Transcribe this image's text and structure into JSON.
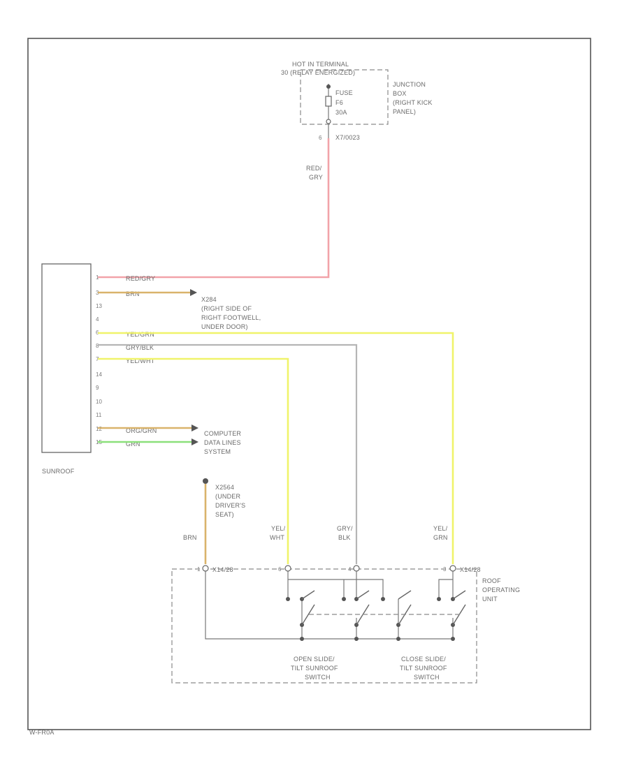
{
  "colors": {
    "red_gry": "#f2a3a9",
    "brn": "#d9b36b",
    "yel_grn": "#f0f36a",
    "gry_blk": "#b5b5b5",
    "yel_wht": "#f0f36a",
    "grn": "#8be07a",
    "outline": "#555555"
  },
  "fuse_block": {
    "header_1": "HOT IN TERMINAL",
    "header_2": "30 (RELAY ENERGIZED)",
    "fuse_l1": "FUSE",
    "fuse_l2": "F6",
    "fuse_l3": "30A",
    "jb_l1": "JUNCTION",
    "jb_l2": "BOX",
    "jb_l3": "(RIGHT KICK",
    "jb_l4": "PANEL)",
    "pin": "6",
    "connector": "X7/0023"
  },
  "red_wire": {
    "l1": "RED/",
    "l2": "GRY"
  },
  "sunroof": {
    "name": "SUNROOF",
    "pins": [
      "1",
      "3",
      "13",
      "4",
      "6",
      "8",
      "7",
      "14",
      "9",
      "10",
      "11",
      "12",
      "15"
    ],
    "wire_labels": {
      "w1": "RED/GRY",
      "w3": "BRN",
      "w6": "YEL/GRN",
      "w8": "GRY/BLK",
      "w7": "YEL/WHT",
      "w12": "ORG/GRN",
      "w15": "GRN"
    }
  },
  "ground_1": {
    "l1": "X284",
    "l2": "(RIGHT SIDE OF",
    "l3": "RIGHT FOOTWELL,",
    "l4": "UNDER DOOR)"
  },
  "computer_data": {
    "l1": "COMPUTER",
    "l2": "DATA LINES",
    "l3": "SYSTEM"
  },
  "ground_2": {
    "l1": "X2564",
    "l2": "(UNDER",
    "l3": "DRIVER'S",
    "l4": "SEAT)"
  },
  "vertical_wires": {
    "brn": "BRN",
    "yel_wht_1": "YEL/",
    "yel_wht_2": "WHT",
    "gry_blk_1": "GRY/",
    "gry_blk_2": "BLK",
    "yel_grn_1": "YEL/",
    "yel_grn_2": "GRN"
  },
  "switch_unit": {
    "connector_left": "X14/28",
    "connector_right": "X14/28",
    "unit_l1": "ROOF",
    "unit_l2": "OPERATING",
    "unit_l3": "UNIT",
    "open_l1": "OPEN SLIDE/",
    "open_l2": "TILT SUNROOF",
    "open_l3": "SWITCH",
    "close_l1": "CLOSE SLIDE/",
    "close_l2": "TILT SUNROOF",
    "close_l3": "SWITCH"
  },
  "footer_code": "W-FR0A"
}
